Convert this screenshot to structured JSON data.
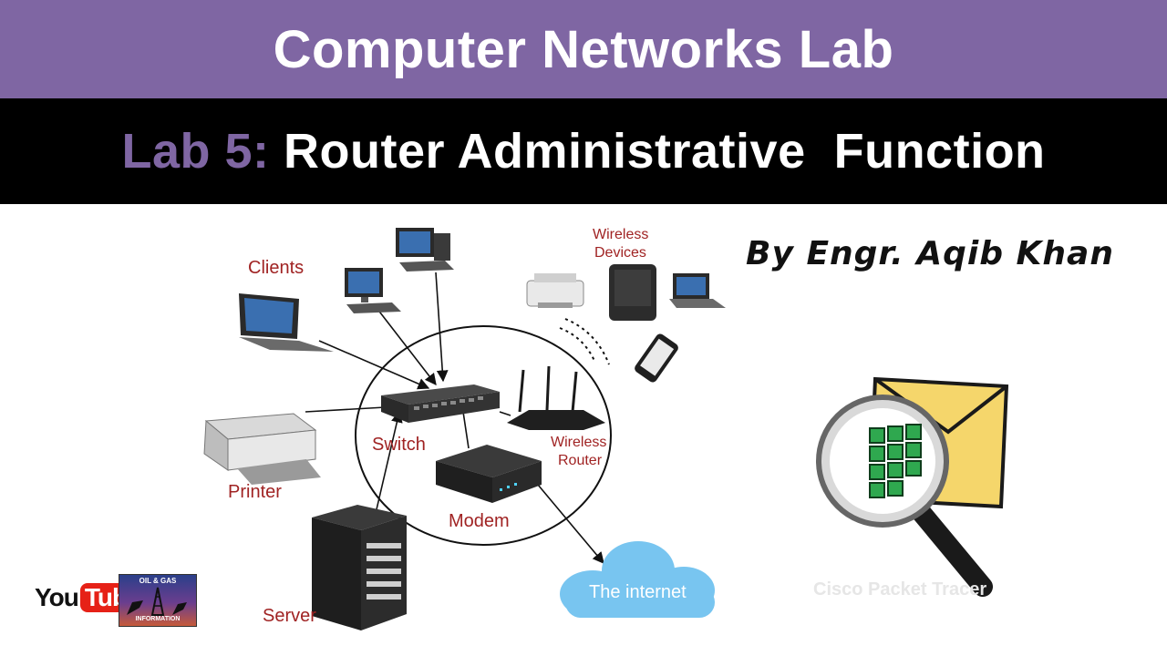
{
  "header": {
    "title": "Computer Networks Lab",
    "lab_prefix": "Lab 5:",
    "lab_title": "Router Administrative  Function"
  },
  "author": "By Engr. Aqib Khan",
  "diagram": {
    "labels": {
      "clients": "Clients",
      "wireless_devices_line1": "Wireless",
      "wireless_devices_line2": "Devices",
      "switch": "Switch",
      "wireless_router_line1": "Wireless",
      "wireless_router_line2": "Router",
      "printer": "Printer",
      "modem": "Modem",
      "server": "Server",
      "internet": "The internet"
    }
  },
  "logos": {
    "youtube_you": "You",
    "youtube_tube": "Tube",
    "oilgas_top": "OIL & GAS",
    "oilgas_bottom": "INFORMATION"
  },
  "cisco_caption": "Cisco Packet Tracer",
  "colors": {
    "header_purple": "#7f66a3",
    "label_red": "#a02323",
    "youtube_red": "#e62117",
    "envelope_yellow": "#f5d66b",
    "grid_green": "#2fa84f"
  }
}
